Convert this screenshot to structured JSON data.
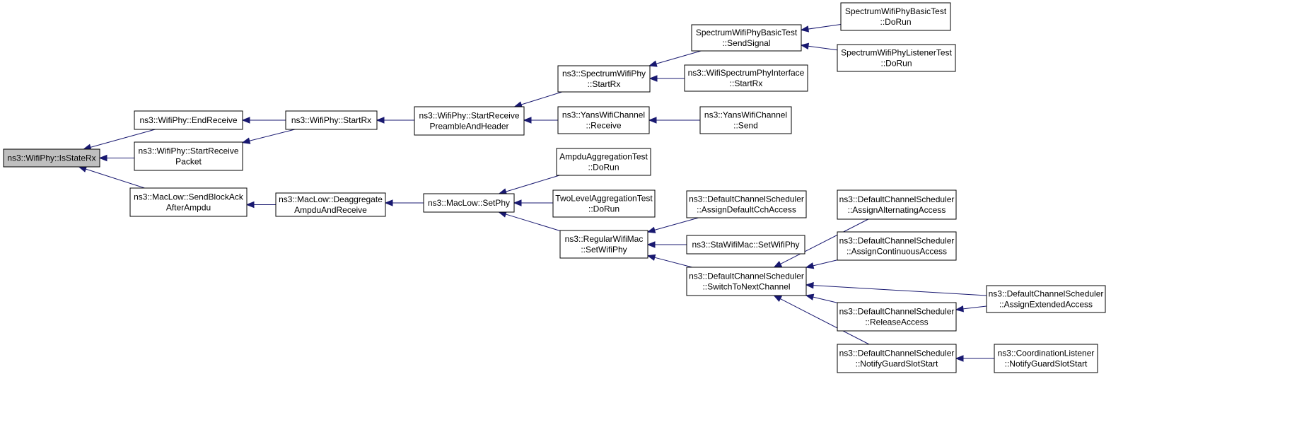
{
  "graph": {
    "nodes": [
      {
        "id": "isStateRx",
        "lines": [
          "ns3::WifiPhy::IsStateRx"
        ],
        "root": true
      },
      {
        "id": "endReceive",
        "lines": [
          "ns3::WifiPhy::EndReceive"
        ]
      },
      {
        "id": "startReceivePacket",
        "lines": [
          "ns3::WifiPhy::StartReceive",
          "Packet"
        ]
      },
      {
        "id": "sendBlockAck",
        "lines": [
          "ns3::MacLow::SendBlockAck",
          "AfterAmpdu"
        ]
      },
      {
        "id": "startRx",
        "lines": [
          "ns3::WifiPhy::StartRx"
        ]
      },
      {
        "id": "deaggregate",
        "lines": [
          "ns3::MacLow::Deaggregate",
          "AmpduAndReceive"
        ]
      },
      {
        "id": "startReceivePreamble",
        "lines": [
          "ns3::WifiPhy::StartReceive",
          "PreambleAndHeader"
        ]
      },
      {
        "id": "setPhy",
        "lines": [
          "ns3::MacLow::SetPhy"
        ]
      },
      {
        "id": "spectrumStartRx",
        "lines": [
          "ns3::SpectrumWifiPhy",
          "::StartRx"
        ]
      },
      {
        "id": "yansReceive",
        "lines": [
          "ns3::YansWifiChannel",
          "::Receive"
        ]
      },
      {
        "id": "ampduTest",
        "lines": [
          "AmpduAggregationTest",
          "::DoRun"
        ]
      },
      {
        "id": "twoLevelTest",
        "lines": [
          "TwoLevelAggregationTest",
          "::DoRun"
        ]
      },
      {
        "id": "regularSetWifiPhy",
        "lines": [
          "ns3::RegularWifiMac",
          "::SetWifiPhy"
        ]
      },
      {
        "id": "sendSignal",
        "lines": [
          "SpectrumWifiPhyBasicTest",
          "::SendSignal"
        ]
      },
      {
        "id": "ifaceStartRx",
        "lines": [
          "ns3::WifiSpectrumPhyInterface",
          "::StartRx"
        ]
      },
      {
        "id": "yansSend",
        "lines": [
          "ns3::YansWifiChannel",
          "::Send"
        ]
      },
      {
        "id": "assignDefaultCch",
        "lines": [
          "ns3::DefaultChannelScheduler",
          "::AssignDefaultCchAccess"
        ]
      },
      {
        "id": "staSetWifiPhy",
        "lines": [
          "ns3::StaWifiMac::SetWifiPhy"
        ]
      },
      {
        "id": "switchToNext",
        "lines": [
          "ns3::DefaultChannelScheduler",
          "::SwitchToNextChannel"
        ]
      },
      {
        "id": "basicDoRun",
        "lines": [
          "SpectrumWifiPhyBasicTest",
          "::DoRun"
        ]
      },
      {
        "id": "listenerDoRun",
        "lines": [
          "SpectrumWifiPhyListenerTest",
          "::DoRun"
        ]
      },
      {
        "id": "assignAlternating",
        "lines": [
          "ns3::DefaultChannelScheduler",
          "::AssignAlternatingAccess"
        ]
      },
      {
        "id": "assignContinuous",
        "lines": [
          "ns3::DefaultChannelScheduler",
          "::AssignContinuousAccess"
        ]
      },
      {
        "id": "releaseAccess",
        "lines": [
          "ns3::DefaultChannelScheduler",
          "::ReleaseAccess"
        ]
      },
      {
        "id": "notifyGuard",
        "lines": [
          "ns3::DefaultChannelScheduler",
          "::NotifyGuardSlotStart"
        ]
      },
      {
        "id": "assignExtended",
        "lines": [
          "ns3::DefaultChannelScheduler",
          "::AssignExtendedAccess"
        ]
      },
      {
        "id": "coordNotifyGuard",
        "lines": [
          "ns3::CoordinationListener",
          "::NotifyGuardSlotStart"
        ]
      }
    ],
    "edges": [
      {
        "from": "endReceive",
        "to": "isStateRx"
      },
      {
        "from": "startReceivePacket",
        "to": "isStateRx"
      },
      {
        "from": "sendBlockAck",
        "to": "isStateRx"
      },
      {
        "from": "startRx",
        "to": "endReceive"
      },
      {
        "from": "startRx",
        "to": "startReceivePacket"
      },
      {
        "from": "deaggregate",
        "to": "sendBlockAck"
      },
      {
        "from": "startReceivePreamble",
        "to": "startRx"
      },
      {
        "from": "setPhy",
        "to": "deaggregate"
      },
      {
        "from": "spectrumStartRx",
        "to": "startReceivePreamble"
      },
      {
        "from": "yansReceive",
        "to": "startReceivePreamble"
      },
      {
        "from": "ampduTest",
        "to": "setPhy"
      },
      {
        "from": "twoLevelTest",
        "to": "setPhy"
      },
      {
        "from": "regularSetWifiPhy",
        "to": "setPhy"
      },
      {
        "from": "sendSignal",
        "to": "spectrumStartRx"
      },
      {
        "from": "ifaceStartRx",
        "to": "spectrumStartRx"
      },
      {
        "from": "yansSend",
        "to": "yansReceive"
      },
      {
        "from": "assignDefaultCch",
        "to": "regularSetWifiPhy"
      },
      {
        "from": "staSetWifiPhy",
        "to": "regularSetWifiPhy"
      },
      {
        "from": "switchToNext",
        "to": "regularSetWifiPhy"
      },
      {
        "from": "basicDoRun",
        "to": "sendSignal"
      },
      {
        "from": "listenerDoRun",
        "to": "sendSignal"
      },
      {
        "from": "assignAlternating",
        "to": "switchToNext"
      },
      {
        "from": "assignContinuous",
        "to": "switchToNext"
      },
      {
        "from": "assignExtended",
        "to": "switchToNext"
      },
      {
        "from": "releaseAccess",
        "to": "switchToNext"
      },
      {
        "from": "notifyGuard",
        "to": "switchToNext"
      },
      {
        "from": "assignExtended",
        "to": "releaseAccess"
      },
      {
        "from": "coordNotifyGuard",
        "to": "notifyGuard"
      }
    ]
  }
}
